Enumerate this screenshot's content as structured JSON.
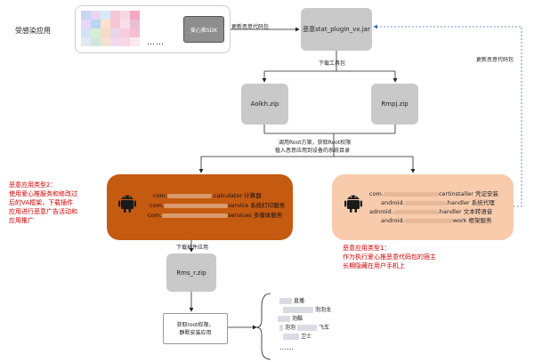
{
  "infected_apps": {
    "label": "受感染应用",
    "ellipsis": "……",
    "sdk_label": "爱心推SDK"
  },
  "edges": {
    "update_code": "更新恶意代码包",
    "download_tools": "下载工具包",
    "root_line1": "调用Root方案，获取Root权限",
    "root_line2": "植入恶意应用到设备的系统目录",
    "update_code_right": "更新恶意代码包",
    "download_plugin": "下载插件应用"
  },
  "nodes": {
    "jar": "恶意stat_plugin_vx.jar",
    "zip_aolkh": "Aolkh.zip",
    "zip_rmpj": "Rmpj.zip",
    "zip_rms": "Rms_r.zip",
    "perm_line1": "获取root权限，",
    "perm_line2": "静默安装应用"
  },
  "type2": {
    "title": "恶意应用类型2：",
    "desc": [
      "使用爱心推服务和修改过",
      "后的VA框架，下载插件",
      "应用进行恶意广告活动和",
      "应用推广"
    ],
    "packages": [
      {
        "prefix": "com.",
        "suffix": ".calculator 计算器"
      },
      {
        "prefix": "com.",
        "suffix": "service 系统打印服务"
      },
      {
        "prefix": "com.",
        "suffix": "services 多媒体服务"
      }
    ]
  },
  "type1": {
    "title": "恶意应用类型1：",
    "desc": [
      "作为执行爱心推恶意代码包的宿主",
      "长期隐藏在用户手机上"
    ],
    "packages": [
      {
        "prefix": "com.",
        "suffix": "certinstaller 凭证安装"
      },
      {
        "prefix": "android.",
        "suffix": ".handler 系统代理"
      },
      {
        "prefix": "adnroid.",
        "suffix": ".handler 文本转语音"
      },
      {
        "prefix": "android.",
        "suffix": "work 框架服务"
      }
    ]
  },
  "apps_list": {
    "items": [
      "直播",
      "泡泡龙",
      "泡酷",
      "泡泡",
      "飞车",
      "卫士"
    ],
    "ellipsis": "……"
  },
  "colors": {
    "type2_fill": "#c55a11",
    "type1_fill": "#f8cbad",
    "red_text": "#d00000",
    "grey_node": "#c9c9c9"
  }
}
